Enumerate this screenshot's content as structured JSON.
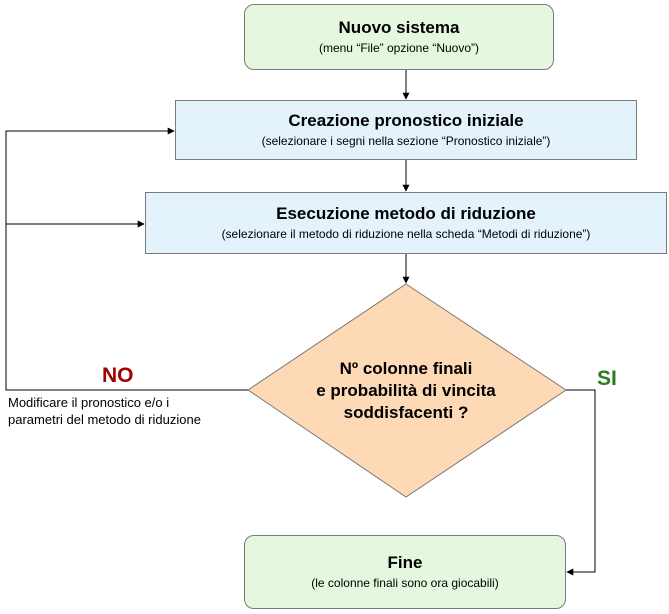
{
  "nodes": {
    "nuovo_sistema": {
      "title": "Nuovo sistema",
      "subtitle": "(menu “File” opzione “Nuovo”)"
    },
    "creazione": {
      "title": "Creazione pronostico iniziale",
      "subtitle": "(selezionare i segni nella sezione “Pronostico iniziale”)"
    },
    "esecuzione": {
      "title": "Esecuzione metodo di riduzione",
      "subtitle": "(selezionare il metodo di riduzione nella scheda “Metodi di riduzione”)"
    },
    "decisione": {
      "line1": "Nº colonne finali",
      "line2": "e probabilità di vincita",
      "line3": "soddisfacenti ?"
    },
    "fine": {
      "title": "Fine",
      "subtitle": "(le colonne finali sono ora giocabili)"
    }
  },
  "labels": {
    "no": "NO",
    "si": "SI",
    "note_line1": "Modificare il pronostico e/o i",
    "note_line2": "parametri del metodo di riduzione"
  },
  "colors": {
    "start_end_fill": "#e6f7df",
    "process_fill": "#e3f2fb",
    "decision_fill": "#fdd9b5",
    "no_label": "#a40000",
    "si_label": "#2e7d1c",
    "connector": "#000000"
  }
}
